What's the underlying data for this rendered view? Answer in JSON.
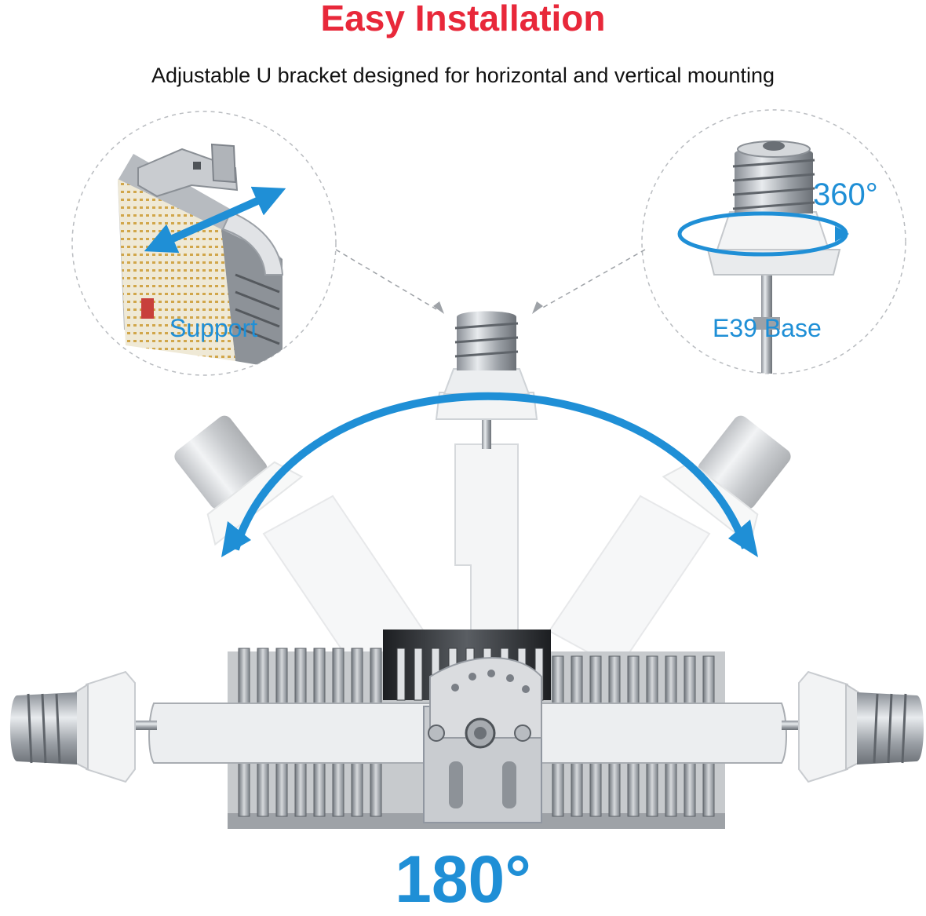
{
  "header": {
    "title": "Easy Installation",
    "subtitle": "Adjustable U bracket designed for horizontal and vertical mounting"
  },
  "callouts": {
    "support": "Support",
    "base": "E39 Base",
    "rotation_base": "360°",
    "rotation_arm": "180°"
  },
  "colors": {
    "title": "#e8283a",
    "accent": "#1f8fd6",
    "text": "#111111"
  },
  "icons": [
    "double-arrow-icon",
    "rotation-ring-icon",
    "swing-arc-arrow-icon"
  ]
}
